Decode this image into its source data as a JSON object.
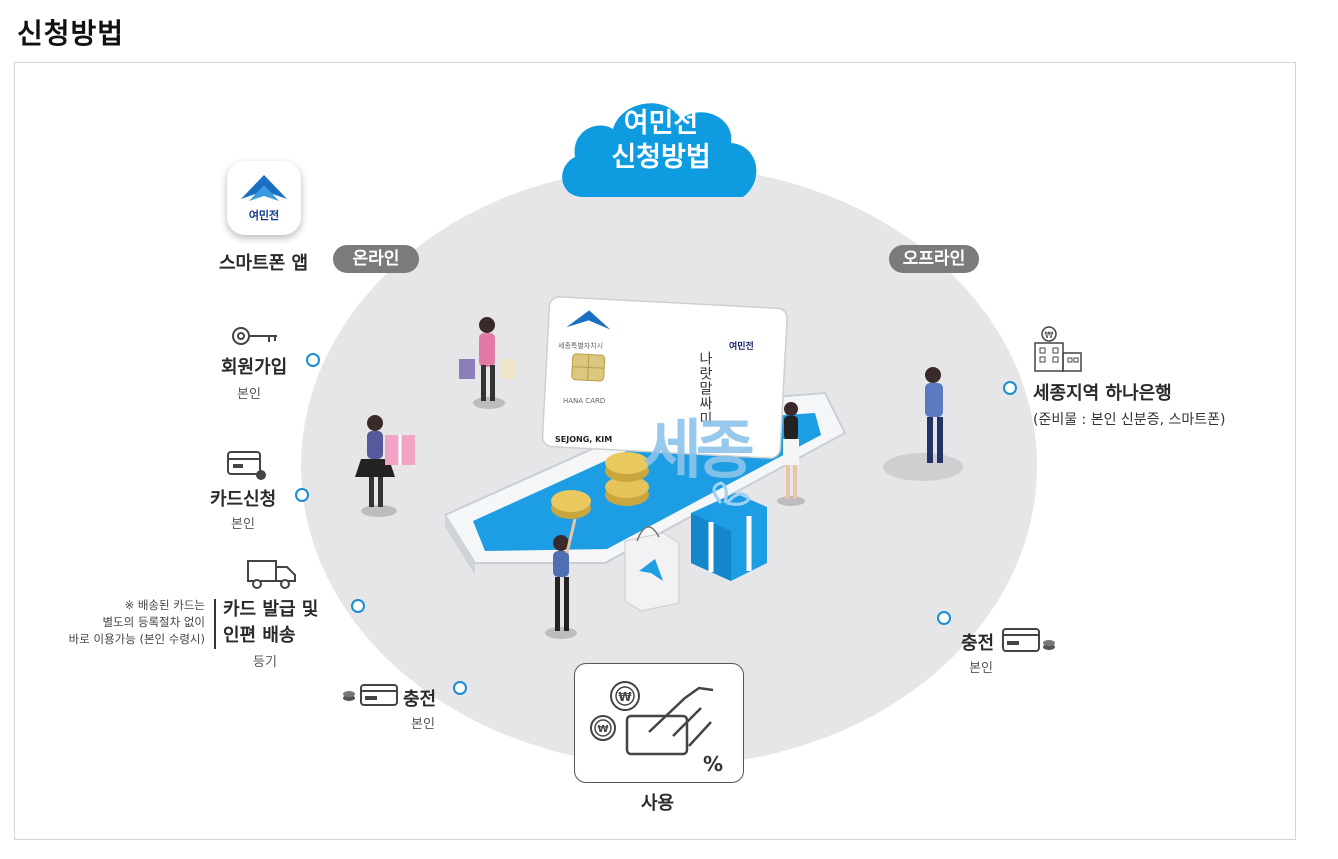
{
  "page": {
    "title": "신청방법"
  },
  "cloud": {
    "line1": "여민전",
    "line2": "신청방법"
  },
  "online": {
    "pill": "온라인",
    "app_label": "스마트폰 앱",
    "app_icon_text": "여민전",
    "steps": [
      {
        "label": "회원가입",
        "sub": "본인",
        "icon": "key-icon"
      },
      {
        "label": "카드신청",
        "sub": "본인",
        "icon": "card-request-icon"
      },
      {
        "label1": "카드 발급 및",
        "label2": "인편 배송",
        "sub": "등기",
        "icon": "delivery-truck-icon",
        "note": [
          "※ 배송된 카드는",
          "별도의 등록절차 없이",
          "바로 이용가능 (본인 수령시)"
        ]
      },
      {
        "label": "충전",
        "sub": "본인",
        "icon": "charge-card-icon"
      }
    ]
  },
  "offline": {
    "pill": "오프라인",
    "bank_label": "세종지역 하나은행",
    "bank_sub": "(준비물 : 본인 신분증, 스마트폰)",
    "charge_label": "충전",
    "charge_sub": "본인"
  },
  "use": {
    "label": "사용",
    "percent": "%"
  },
  "card": {
    "holder": "SEJONG, KIM",
    "issuer": "HANA CARD",
    "brand": "여민전",
    "city": "세종특별자치시",
    "vertical": "나랏말싸미",
    "watermark": "세종"
  },
  "colors": {
    "accent": "#1a8ed3",
    "cloud": "#0f9be0",
    "circle": "#e6e6e8",
    "pill": "#7b7b7b"
  }
}
